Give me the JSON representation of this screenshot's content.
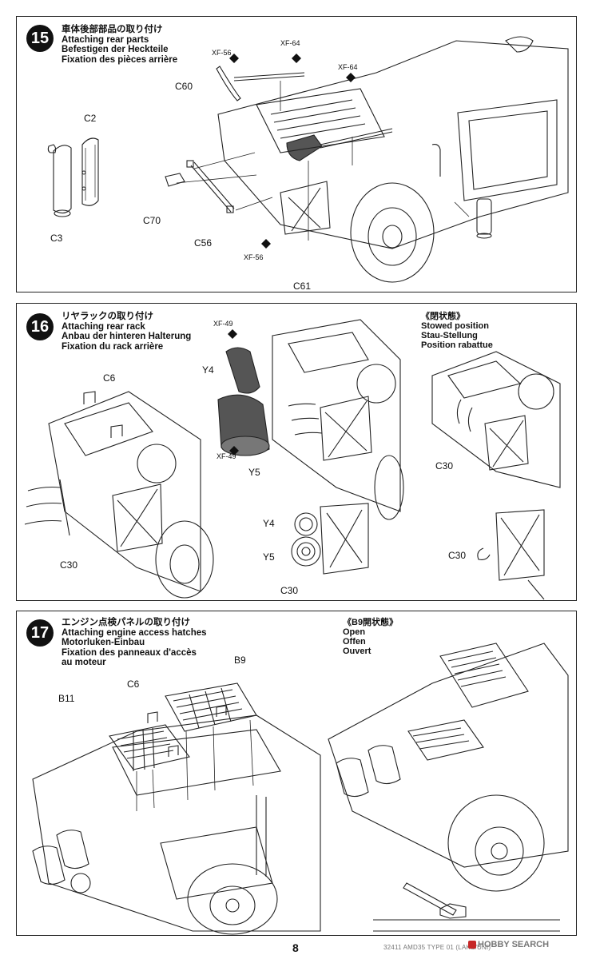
{
  "steps": [
    {
      "number": "15",
      "title_lines": [
        "車体後部部品の取り付け",
        "Attaching rear parts",
        "Befestigen der Heckteile",
        "Fixation des pièces arrière"
      ],
      "labels": {
        "xf56_top": "XF-56",
        "xf64_top": "XF-64",
        "xf64_right": "XF-64",
        "c60": "C60",
        "c2": "C2",
        "c3": "C3",
        "c70": "C70",
        "c56": "C56",
        "xf56_bottom": "XF-56",
        "c61": "C61"
      }
    },
    {
      "number": "16",
      "title_lines": [
        "リヤラックの取り付け",
        "Attaching rear rack",
        "Anbau der hinteren Halterung",
        "Fixation du rack arrière"
      ],
      "stowed_lines": [
        "《閉状態》",
        "Stowed position",
        "Stau-Stellung",
        "Position rabattue"
      ],
      "labels": {
        "xf49_top": "XF-49",
        "y4": "Y4",
        "c6": "C6",
        "xf49_bottom": "XF-49",
        "y5": "Y5",
        "c30_left": "C30",
        "c30_right_top": "C30",
        "y4_detail": "Y4",
        "y5_detail": "Y5",
        "c30_detail": "C30",
        "c30_right_bottom": "C30"
      }
    },
    {
      "number": "17",
      "title_lines": [
        "エンジン点検パネルの取り付け",
        "Attaching engine access hatches",
        "Motorluken-Einbau",
        "Fixation des panneaux d'accès",
        "au moteur"
      ],
      "open_lines": [
        "《B9開状態》",
        "Open",
        "Offen",
        "Ouvert"
      ],
      "labels": {
        "b9": "B9",
        "c6": "C6",
        "b11": "B11"
      }
    }
  ],
  "page_number": "8",
  "footer_code": "32411 AMD35 TYPE 01 (LAKS/UNI)",
  "watermark": "HOBBY SEARCH"
}
